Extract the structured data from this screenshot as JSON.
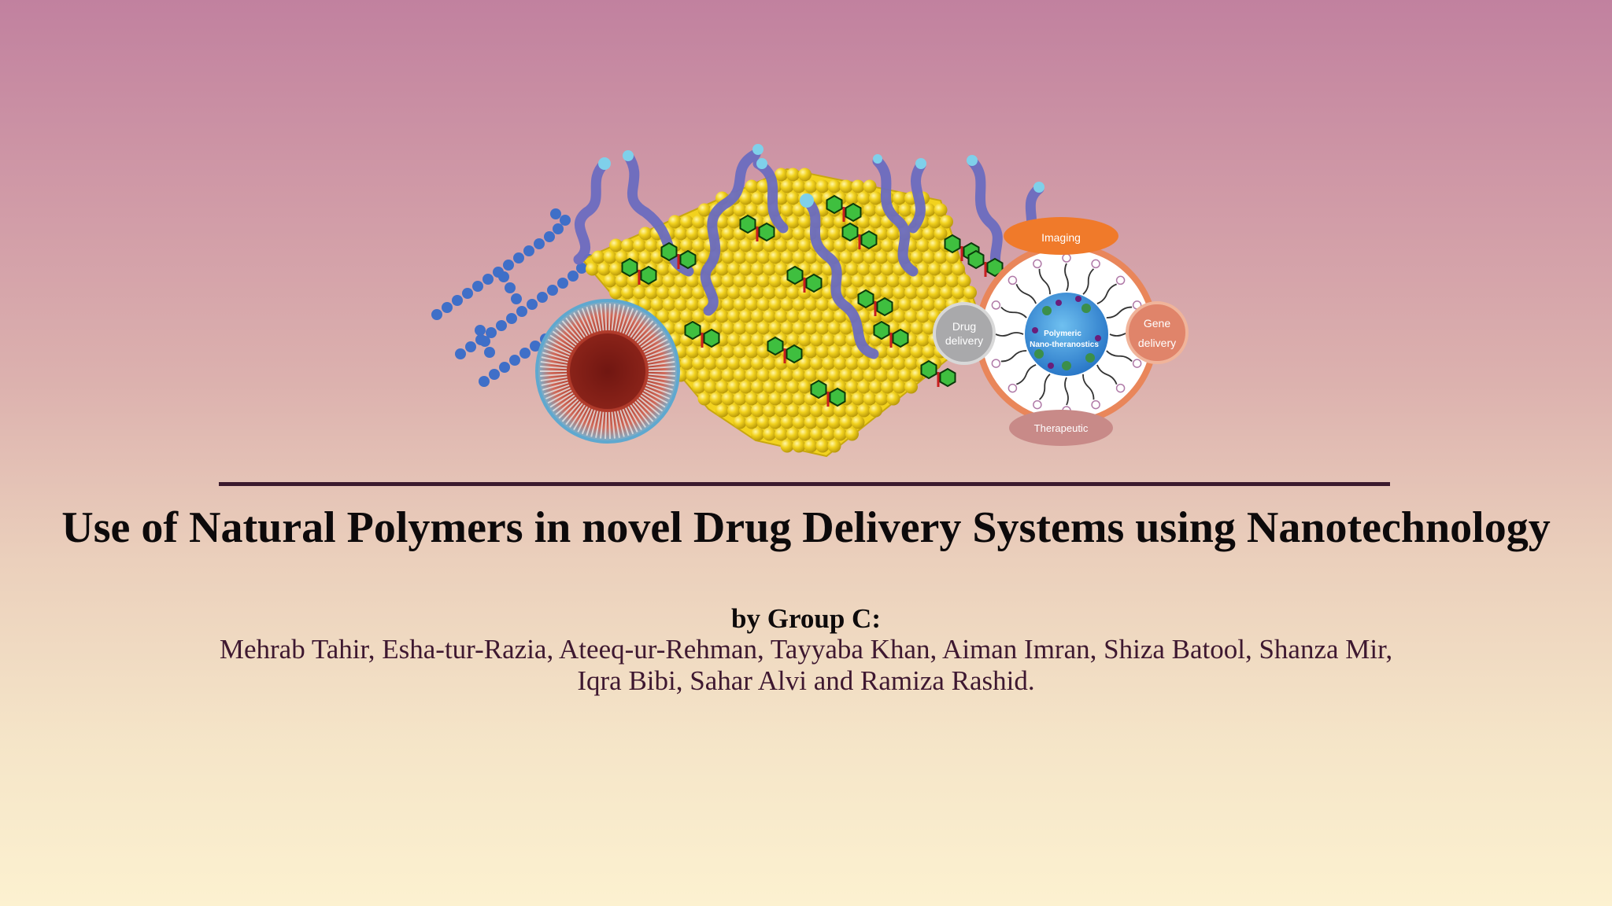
{
  "slide": {
    "title": "Use of Natural Polymers in novel Drug Delivery Systems using Nanotechnology",
    "by_line": "by Group C:",
    "authors": "Mehrab Tahir, Esha-tur-Razia, Ateeq-ur-Rehman, Tayyaba Khan, Aiman Imran, Shiza Batool, Shanza Mir, Iqra Bibi, Sahar Alvi and Ramiza Rashid."
  },
  "diagram": {
    "top": "Imaging",
    "left": [
      "Drug",
      "delivery"
    ],
    "right": [
      "Gene",
      "delivery"
    ],
    "bottom": "Therapeutic",
    "center": [
      "Polymeric",
      "Nano-theranostics"
    ]
  },
  "colors": {
    "background_top": "#c1819f",
    "background_bottom": "#fcf1d0",
    "rule": "#3b1a2e",
    "title": "#0d0a0b",
    "authors": "#3e1830",
    "gold_spheres": "#f2d21e",
    "polymer_strands": "#6b6cc0",
    "imaging": "#f07a2a",
    "drug_delivery": "#a9a9ab",
    "gene_delivery": "#e0846a",
    "therapeutic": "#c88a88"
  }
}
